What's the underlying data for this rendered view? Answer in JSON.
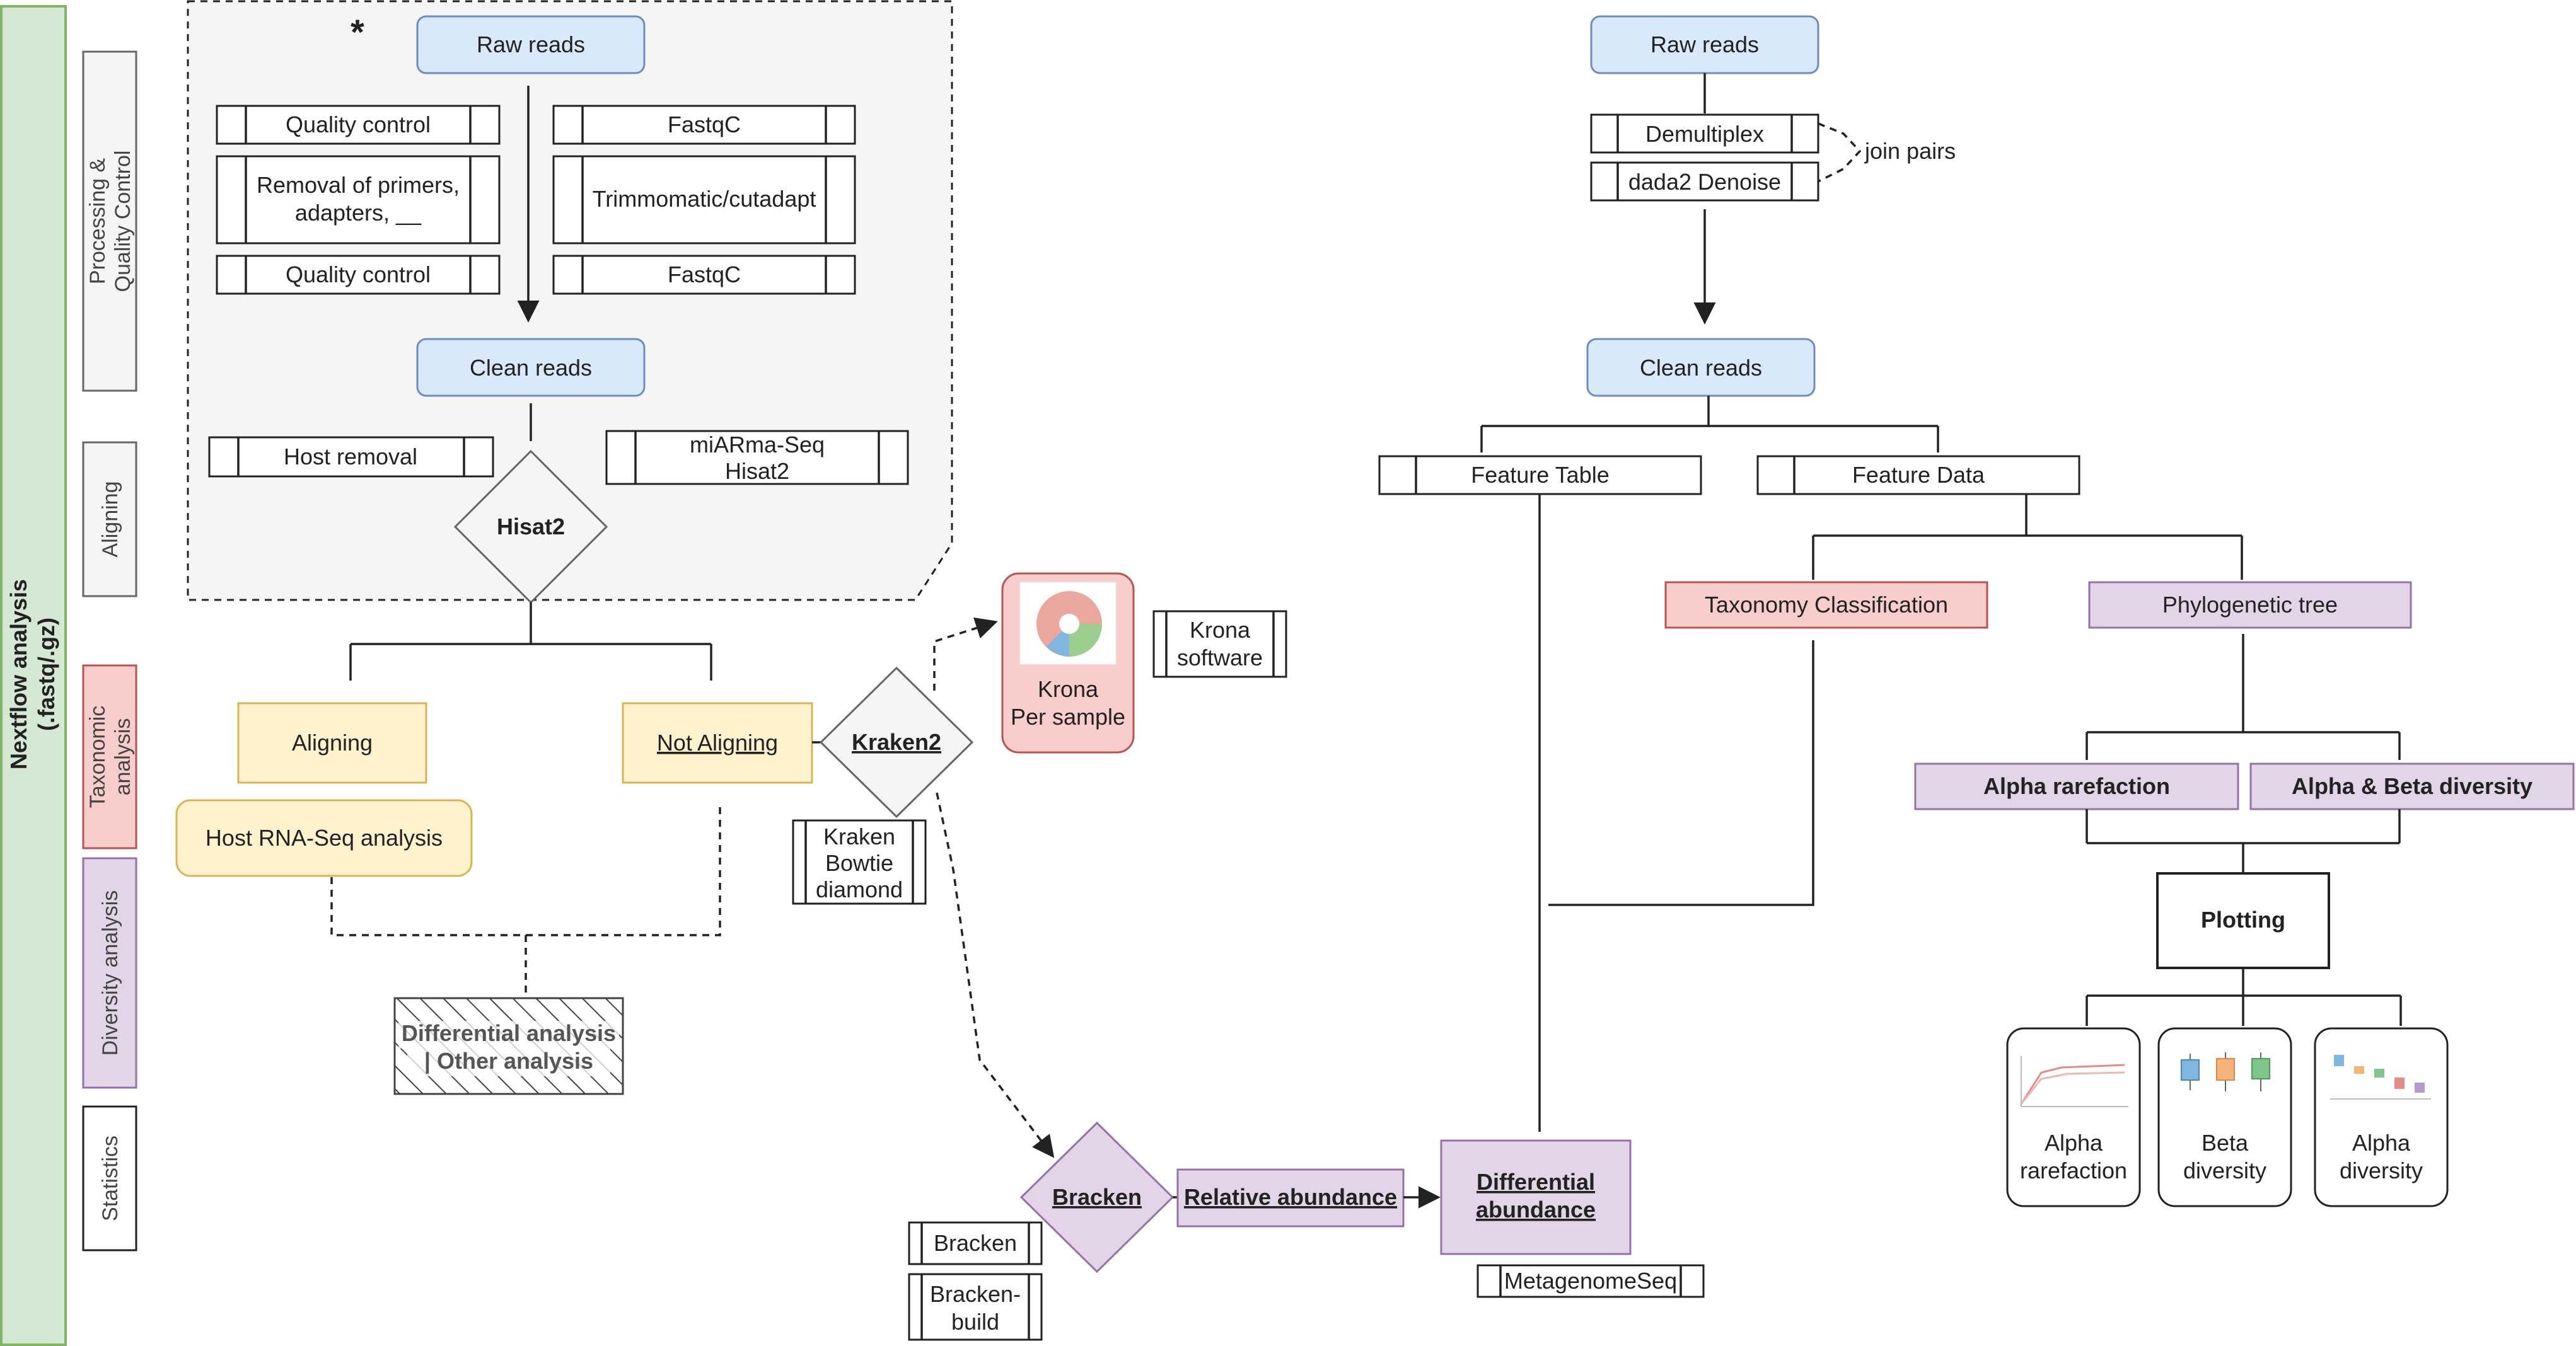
{
  "outer_label": {
    "line1": "Nextflow analysis",
    "line2": "(.fastq/.gz)"
  },
  "sections": {
    "processing": {
      "line1": "Processing &",
      "line2": "Quality Control"
    },
    "aligning": "Aligning",
    "taxonomic": {
      "line1": "Taxonomic",
      "line2": "analysis"
    },
    "diversity": "Diversity analysis",
    "statistics": "Statistics"
  },
  "rna": {
    "asterisk": "*",
    "raw_reads": "Raw reads",
    "clean_reads": "Clean reads",
    "steps_left": {
      "qc1": "Quality control",
      "removal_line1": "Removal of primers,",
      "removal_line2": "adapters, __",
      "qc2": "Quality control"
    },
    "steps_right": {
      "fastqc1": "FastqC",
      "trim": "Trimmomatic/cutadapt",
      "fastqc2": "FastqC"
    },
    "host_removal": "Host removal",
    "miarma_line1": "miARma-Seq",
    "miarma_line2": "Hisat2",
    "hisat2": "Hisat2",
    "aligning": "Aligning",
    "not_aligning": "Not Aligning",
    "host_rnaseq": "Host RNA-Seq analysis",
    "diff_line1": "Differential analysis",
    "diff_line2": "| Other analysis",
    "kraken2": "Kraken2",
    "kraken_tools": [
      "Kraken",
      "Bowtie",
      "diamond"
    ],
    "krona_line1": "Krona",
    "krona_line2": "Per sample",
    "krona_soft_line1": "Krona",
    "krona_soft_line2": "software",
    "bracken": "Bracken",
    "bracken_tool1": "Bracken",
    "bracken_tool2_line1": "Bracken-",
    "bracken_tool2_line2": "build",
    "relative_abundance": "Relative abundance",
    "diff_abund_line1": "Differential",
    "diff_abund_line2": "abundance",
    "metagenomeseq": "MetagenomeSeq"
  },
  "amplicon": {
    "raw_reads": "Raw reads",
    "demultiplex": "Demultiplex",
    "dada2": "dada2 Denoise",
    "join_pairs": "join pairs",
    "clean_reads": "Clean reads",
    "feature_table": "Feature Table",
    "feature_data": "Feature Data",
    "taxonomy": "Taxonomy Classification",
    "phylo": "Phylogenetic tree",
    "alpha_rarefaction": "Alpha rarefaction",
    "alpha_beta": "Alpha & Beta diversity",
    "plotting": "Plotting",
    "plots": [
      {
        "line1": "Alpha",
        "line2": "rarefaction"
      },
      {
        "line1": "Beta",
        "line2": "diversity"
      },
      {
        "line1": "Alpha",
        "line2": "diversity"
      }
    ]
  },
  "colors": {
    "blue_fill": "#dae8fc",
    "blue_stroke": "#6c8ebf",
    "green_fill": "#d5e8d4",
    "green_stroke": "#82b366",
    "red_fill": "#f8cecc",
    "red_stroke": "#b85450",
    "purple_fill": "#e1d5e7",
    "purple_stroke": "#9673a6",
    "yellow_fill": "#fff2cc",
    "yellow_stroke": "#d6b656",
    "grey_fill": "#f5f5f5",
    "grey_stroke": "#666666"
  }
}
